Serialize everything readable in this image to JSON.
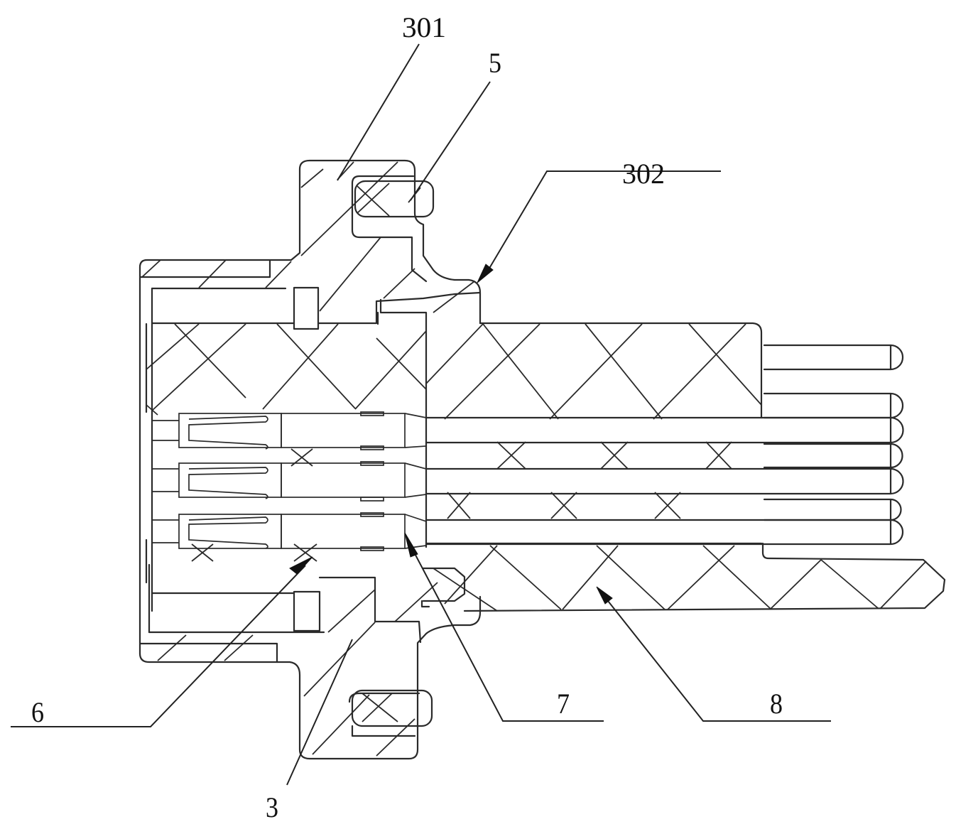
{
  "figure": {
    "type": "patent-style cross-section drawing of a connector assembly",
    "line_color": "#2a2a2a",
    "background": "#ffffff"
  },
  "labels": [
    {
      "id": "301",
      "text": "301"
    },
    {
      "id": "5",
      "text": "5"
    },
    {
      "id": "302",
      "text": "302"
    },
    {
      "id": "6",
      "text": "6"
    },
    {
      "id": "7",
      "text": "7"
    },
    {
      "id": "8",
      "text": "8"
    },
    {
      "id": "3",
      "text": "3"
    }
  ],
  "parts": {
    "pins_count": 7,
    "terminal_sockets_count": 3
  }
}
